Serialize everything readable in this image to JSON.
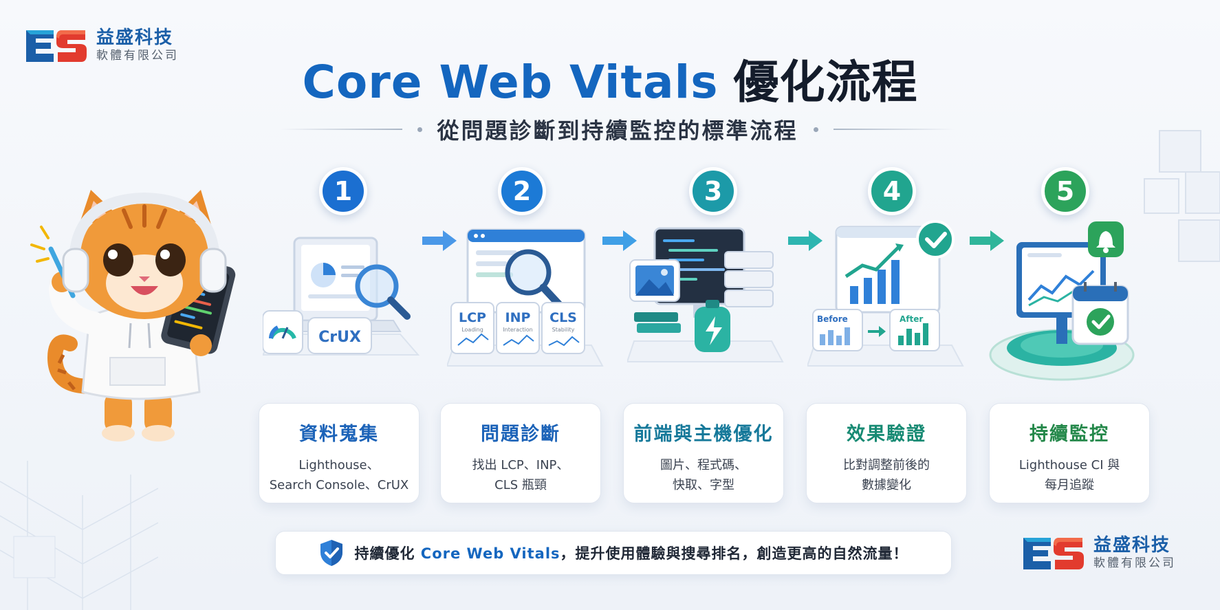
{
  "brand": {
    "name": "益盛科技",
    "subtitle": "軟體有限公司",
    "mark": "ES",
    "colors": {
      "blue": "#1b5fa8",
      "red": "#e23b2e",
      "cyan": "#27a3d8"
    }
  },
  "header": {
    "title_en": "Core Web Vitals",
    "title_zh": "優化流程",
    "subtitle": "從問題診斷到持續監控的標準流程"
  },
  "steps": [
    {
      "number": "1",
      "title": "資料蒐集",
      "desc_line1": "Lighthouse、",
      "desc_line2": "Search Console、CrUX",
      "badge": "CrUX",
      "illustration": "laptop-magnifier-gauge-icon",
      "color": "#1b6fd1",
      "title_color": "#1c63b8"
    },
    {
      "number": "2",
      "title": "問題診斷",
      "desc_line1": "找出 LCP、INP、",
      "desc_line2": "CLS 瓶頸",
      "metrics": [
        {
          "name": "LCP",
          "caption": "Loading"
        },
        {
          "name": "INP",
          "caption": "Interaction"
        },
        {
          "name": "CLS",
          "caption": "Stability"
        }
      ],
      "illustration": "browser-magnifier-icon",
      "color": "#1c7ad6",
      "title_color": "#1c63b8"
    },
    {
      "number": "3",
      "title": "前端與主機優化",
      "desc_line1": "圖片、程式碼、",
      "desc_line2": "快取、字型",
      "illustration": "code-server-battery-icon",
      "color": "#1c9aa8",
      "title_color": "#16799a"
    },
    {
      "number": "4",
      "title": "效果驗證",
      "desc_line1": "比對調整前後的",
      "desc_line2": "數據變化",
      "before_label": "Before",
      "after_label": "After",
      "illustration": "chart-check-icon",
      "color": "#21a58f",
      "title_color": "#178a73"
    },
    {
      "number": "5",
      "title": "持續監控",
      "desc_line1": "Lighthouse CI 與",
      "desc_line2": "每月追蹤",
      "illustration": "monitor-bell-calendar-icon",
      "color": "#2ca35b",
      "title_color": "#24884a"
    }
  ],
  "footer": {
    "text_before": "持續優化 ",
    "highlight": "Core Web Vitals",
    "text_after": "，提升使用體驗與搜尋排名，創造更高的自然流量！",
    "icon": "shield-check-icon"
  },
  "mascot": "cat-with-headphones-tablet-icon"
}
